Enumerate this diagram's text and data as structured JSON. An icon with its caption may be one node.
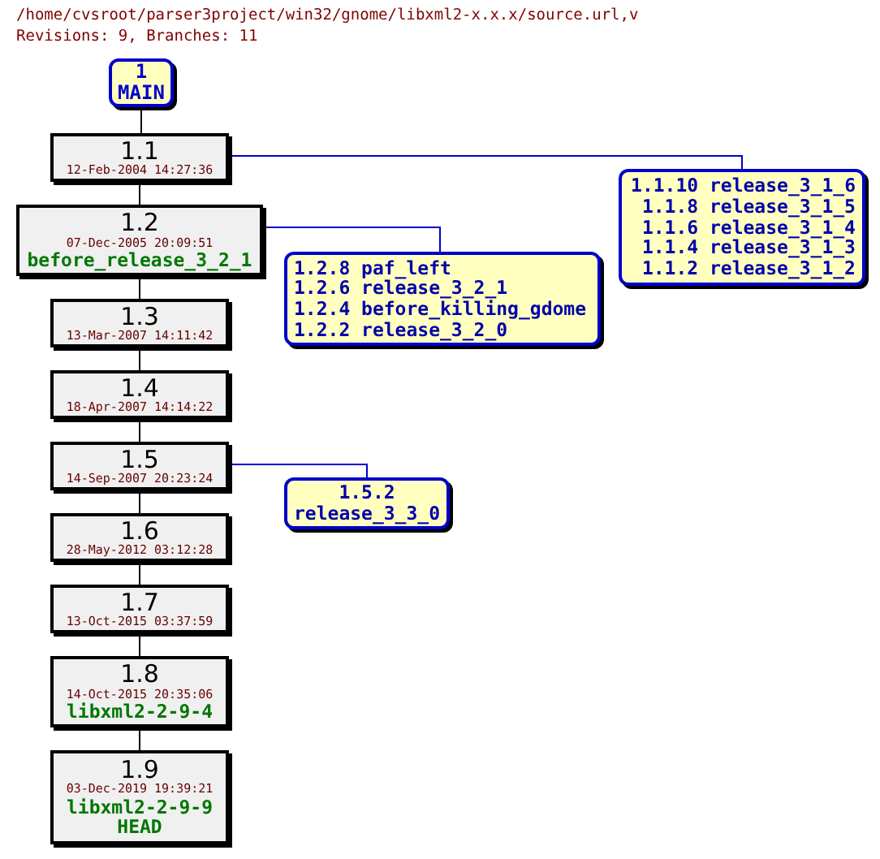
{
  "diagram": {
    "title": "/home/cvsroot/parser3project/win32/gnome/libxml2-x.x.x/source.url,v",
    "nodes": [
      {
        "text": [
          "1",
          "MAIN"
        ]
      },
      {
        "text": [
          "1.1",
          "12-Feb-2004 14:27:36"
        ]
      },
      {
        "text": [
          "1.2",
          "07-Dec-2005 20:09:51",
          "before_release_3_2_1"
        ]
      },
      {
        "text": [
          "1.1.10 release_3_1_6",
          "1.1.8 release_3_1_5",
          "1.1.6 release_3_1_4",
          "1.1.4 release_3_1_3",
          "1.1.2 release_3_1_2"
        ]
      },
      {
        "text": [
          "1.2.8 paf_left",
          "1.2.6 release_3_2_1",
          "1.2.4 before_killing_gdome",
          "1.2.2 release_3_2_0"
        ]
      },
      {
        "text": [
          "1.3",
          "13-Mar-2007 14:11:42"
        ]
      },
      {
        "text": [
          "1.4",
          "18-Apr-2007 14:14:22"
        ]
      },
      {
        "text": [
          "1.5",
          "14-Sep-2007 20:23:24"
        ]
      },
      {
        "text": [
          "1.5.2",
          "release_3_3_0"
        ]
      },
      {
        "text": [
          "1.6",
          "28-May-2012 03:12:28"
        ]
      },
      {
        "text": [
          "1.7",
          "13-Oct-2015 03:37:59"
        ]
      },
      {
        "text": [
          "1.8",
          "14-Oct-2015 20:35:06",
          "libxml2-2-9-4"
        ]
      },
      {
        "text": [
          "1.9",
          "03-Dec-2019 19:39:21",
          "libxml2-2-9-9",
          "HEAD"
        ]
      }
    ],
    "edges": [
      {
        "from": 0,
        "to": 1,
        "arrow": "none"
      },
      {
        "from": 1,
        "to": 2,
        "arrow": "none"
      },
      {
        "from": 1,
        "to": 3,
        "arrow": "none",
        "color": "#0000cc"
      },
      {
        "from": 2,
        "to": 5,
        "arrow": "none"
      },
      {
        "from": 2,
        "to": 4,
        "arrow": "none",
        "color": "#0000cc"
      },
      {
        "from": 5,
        "to": 6,
        "arrow": "none"
      },
      {
        "from": 6,
        "to": 7,
        "arrow": "none"
      },
      {
        "from": 7,
        "to": 8,
        "arrow": "none",
        "color": "#0000cc"
      },
      {
        "from": 7,
        "to": 9,
        "arrow": "none"
      },
      {
        "from": 9,
        "to": 10,
        "arrow": "none"
      },
      {
        "from": 10,
        "to": 11,
        "arrow": "none"
      },
      {
        "from": 11,
        "to": 12,
        "arrow": "none"
      }
    ],
    "labels": [
      "Revisions: 9, Branches: 11"
    ]
  }
}
